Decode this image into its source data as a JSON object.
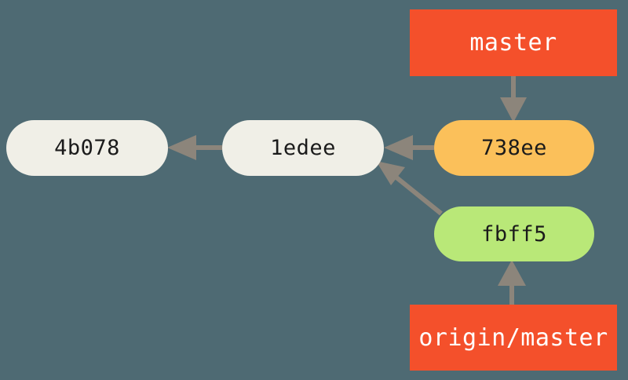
{
  "diagram": {
    "title": "Git commit graph",
    "background_color": "#4e6a73",
    "edge_color": "#8c857b"
  },
  "commits": [
    {
      "id": "4b078",
      "label": "4b078",
      "color": "#f0efe7",
      "name": "commit-node-4b078"
    },
    {
      "id": "1edee",
      "label": "1edee",
      "color": "#f0efe7",
      "name": "commit-node-1edee"
    },
    {
      "id": "738ee",
      "label": "738ee",
      "color": "#fbc05a",
      "name": "commit-node-738ee"
    },
    {
      "id": "fbff5",
      "label": "fbff5",
      "color": "#b9e878",
      "name": "commit-node-fbff5"
    }
  ],
  "refs": [
    {
      "id": "master",
      "label": "master",
      "color": "#f4502b",
      "points_to": "738ee"
    },
    {
      "id": "origin-master",
      "label": "origin/master",
      "color": "#f4502b",
      "points_to": "fbff5"
    }
  ],
  "edges": [
    {
      "from": "1edee",
      "to": "4b078",
      "kind": "parent"
    },
    {
      "from": "738ee",
      "to": "1edee",
      "kind": "parent"
    },
    {
      "from": "fbff5",
      "to": "1edee",
      "kind": "parent"
    },
    {
      "from": "master",
      "to": "738ee",
      "kind": "ref-pointer"
    },
    {
      "from": "origin-master",
      "to": "fbff5",
      "kind": "ref-pointer"
    }
  ]
}
